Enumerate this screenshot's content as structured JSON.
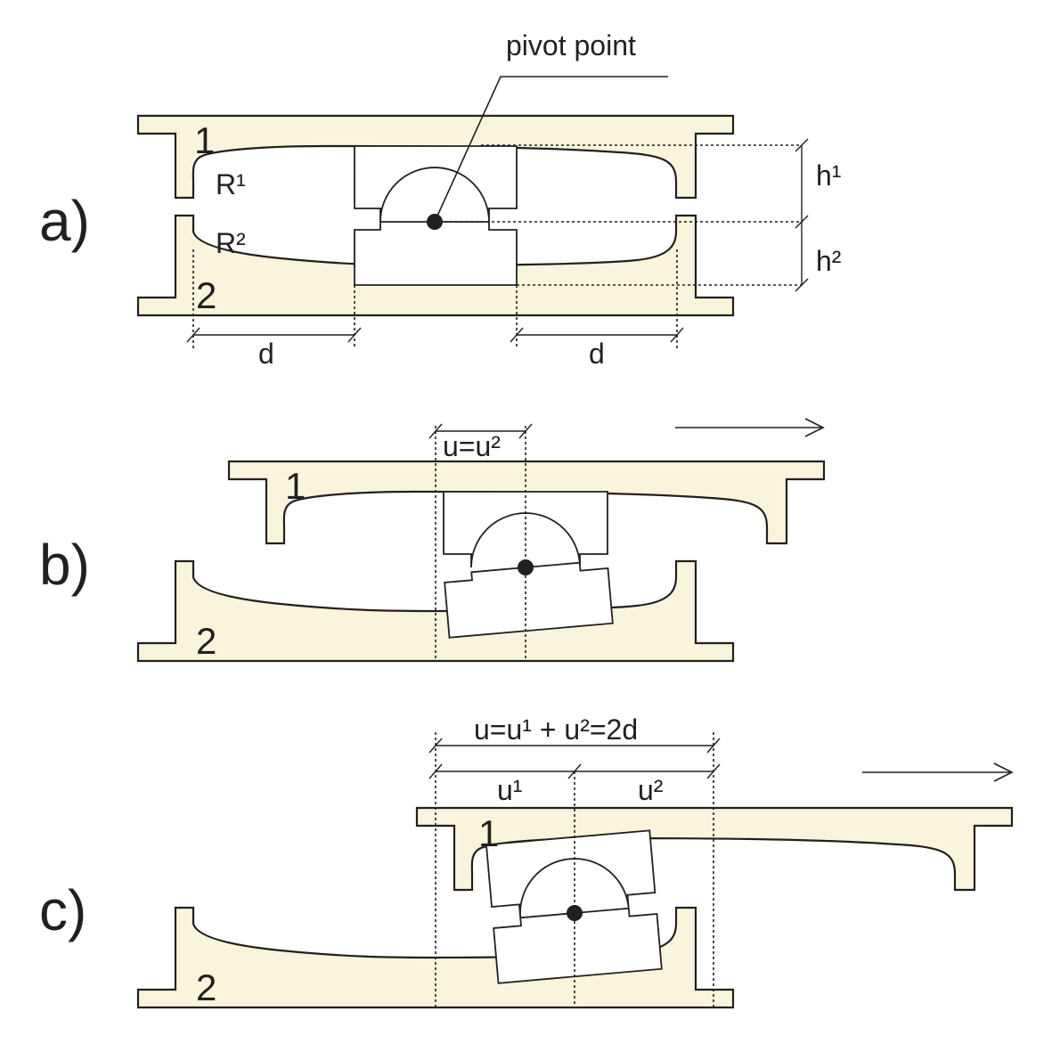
{
  "title_label": "pivot point",
  "panels": {
    "a": {
      "label": "a)",
      "plate_top": "1",
      "plate_bottom": "2",
      "r1": "R¹",
      "r2": "R²",
      "h1": "h¹",
      "h2": "h²",
      "d_left": "d",
      "d_right": "d"
    },
    "b": {
      "label": "b)",
      "plate_top": "1",
      "plate_bottom": "2",
      "u_label": "u=u²"
    },
    "c": {
      "label": "c)",
      "plate_top": "1",
      "plate_bottom": "2",
      "u_total": "u=u¹ + u²=2d",
      "u1": "u¹",
      "u2": "u²"
    }
  },
  "colors": {
    "plate_fill": "#f8f5dc",
    "line": "#231f20"
  }
}
